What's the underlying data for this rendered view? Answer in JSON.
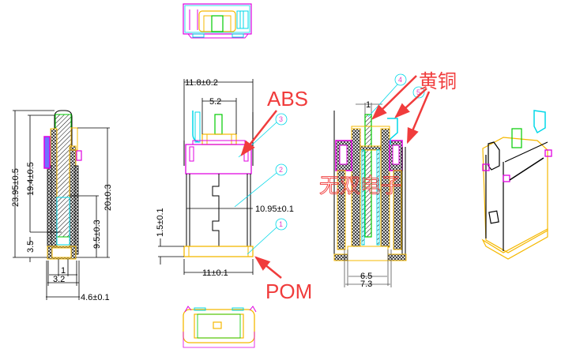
{
  "drawing": {
    "type": "USB connector technical drawing",
    "colors": {
      "outline": "#000000",
      "magenta": "#e000e0",
      "orange": "#f5b800",
      "cyan": "#00d8e8",
      "green": "#00cc00",
      "annotation_red": "#f03c3c"
    },
    "side_view": {
      "dims": {
        "overall_height": "23.95±0.5",
        "inner_height": "19.4±0.5",
        "body_height": "20±0.3",
        "lower_height": "9.5±0.3",
        "base": "3.5",
        "pin_width": "1",
        "inner_width": "3.2",
        "outer_width": "4.6±0.1"
      }
    },
    "front_view": {
      "dims": {
        "top_width": "11.8±0.2",
        "tab_width": "5.2",
        "body_width": "10.95±0.1",
        "base_width": "11±0.1",
        "base_height": "1.5±0.1"
      },
      "balloons": [
        "3",
        "2",
        "1"
      ],
      "materials": {
        "top": "ABS",
        "bottom": "POM"
      }
    },
    "section_view": {
      "dims": {
        "pin_width": "1",
        "inner_span": "6.5",
        "outer_span": "7.3"
      },
      "balloons": [
        "4",
        "5"
      ],
      "material": "黄铜",
      "watermark": "无双电子"
    }
  }
}
